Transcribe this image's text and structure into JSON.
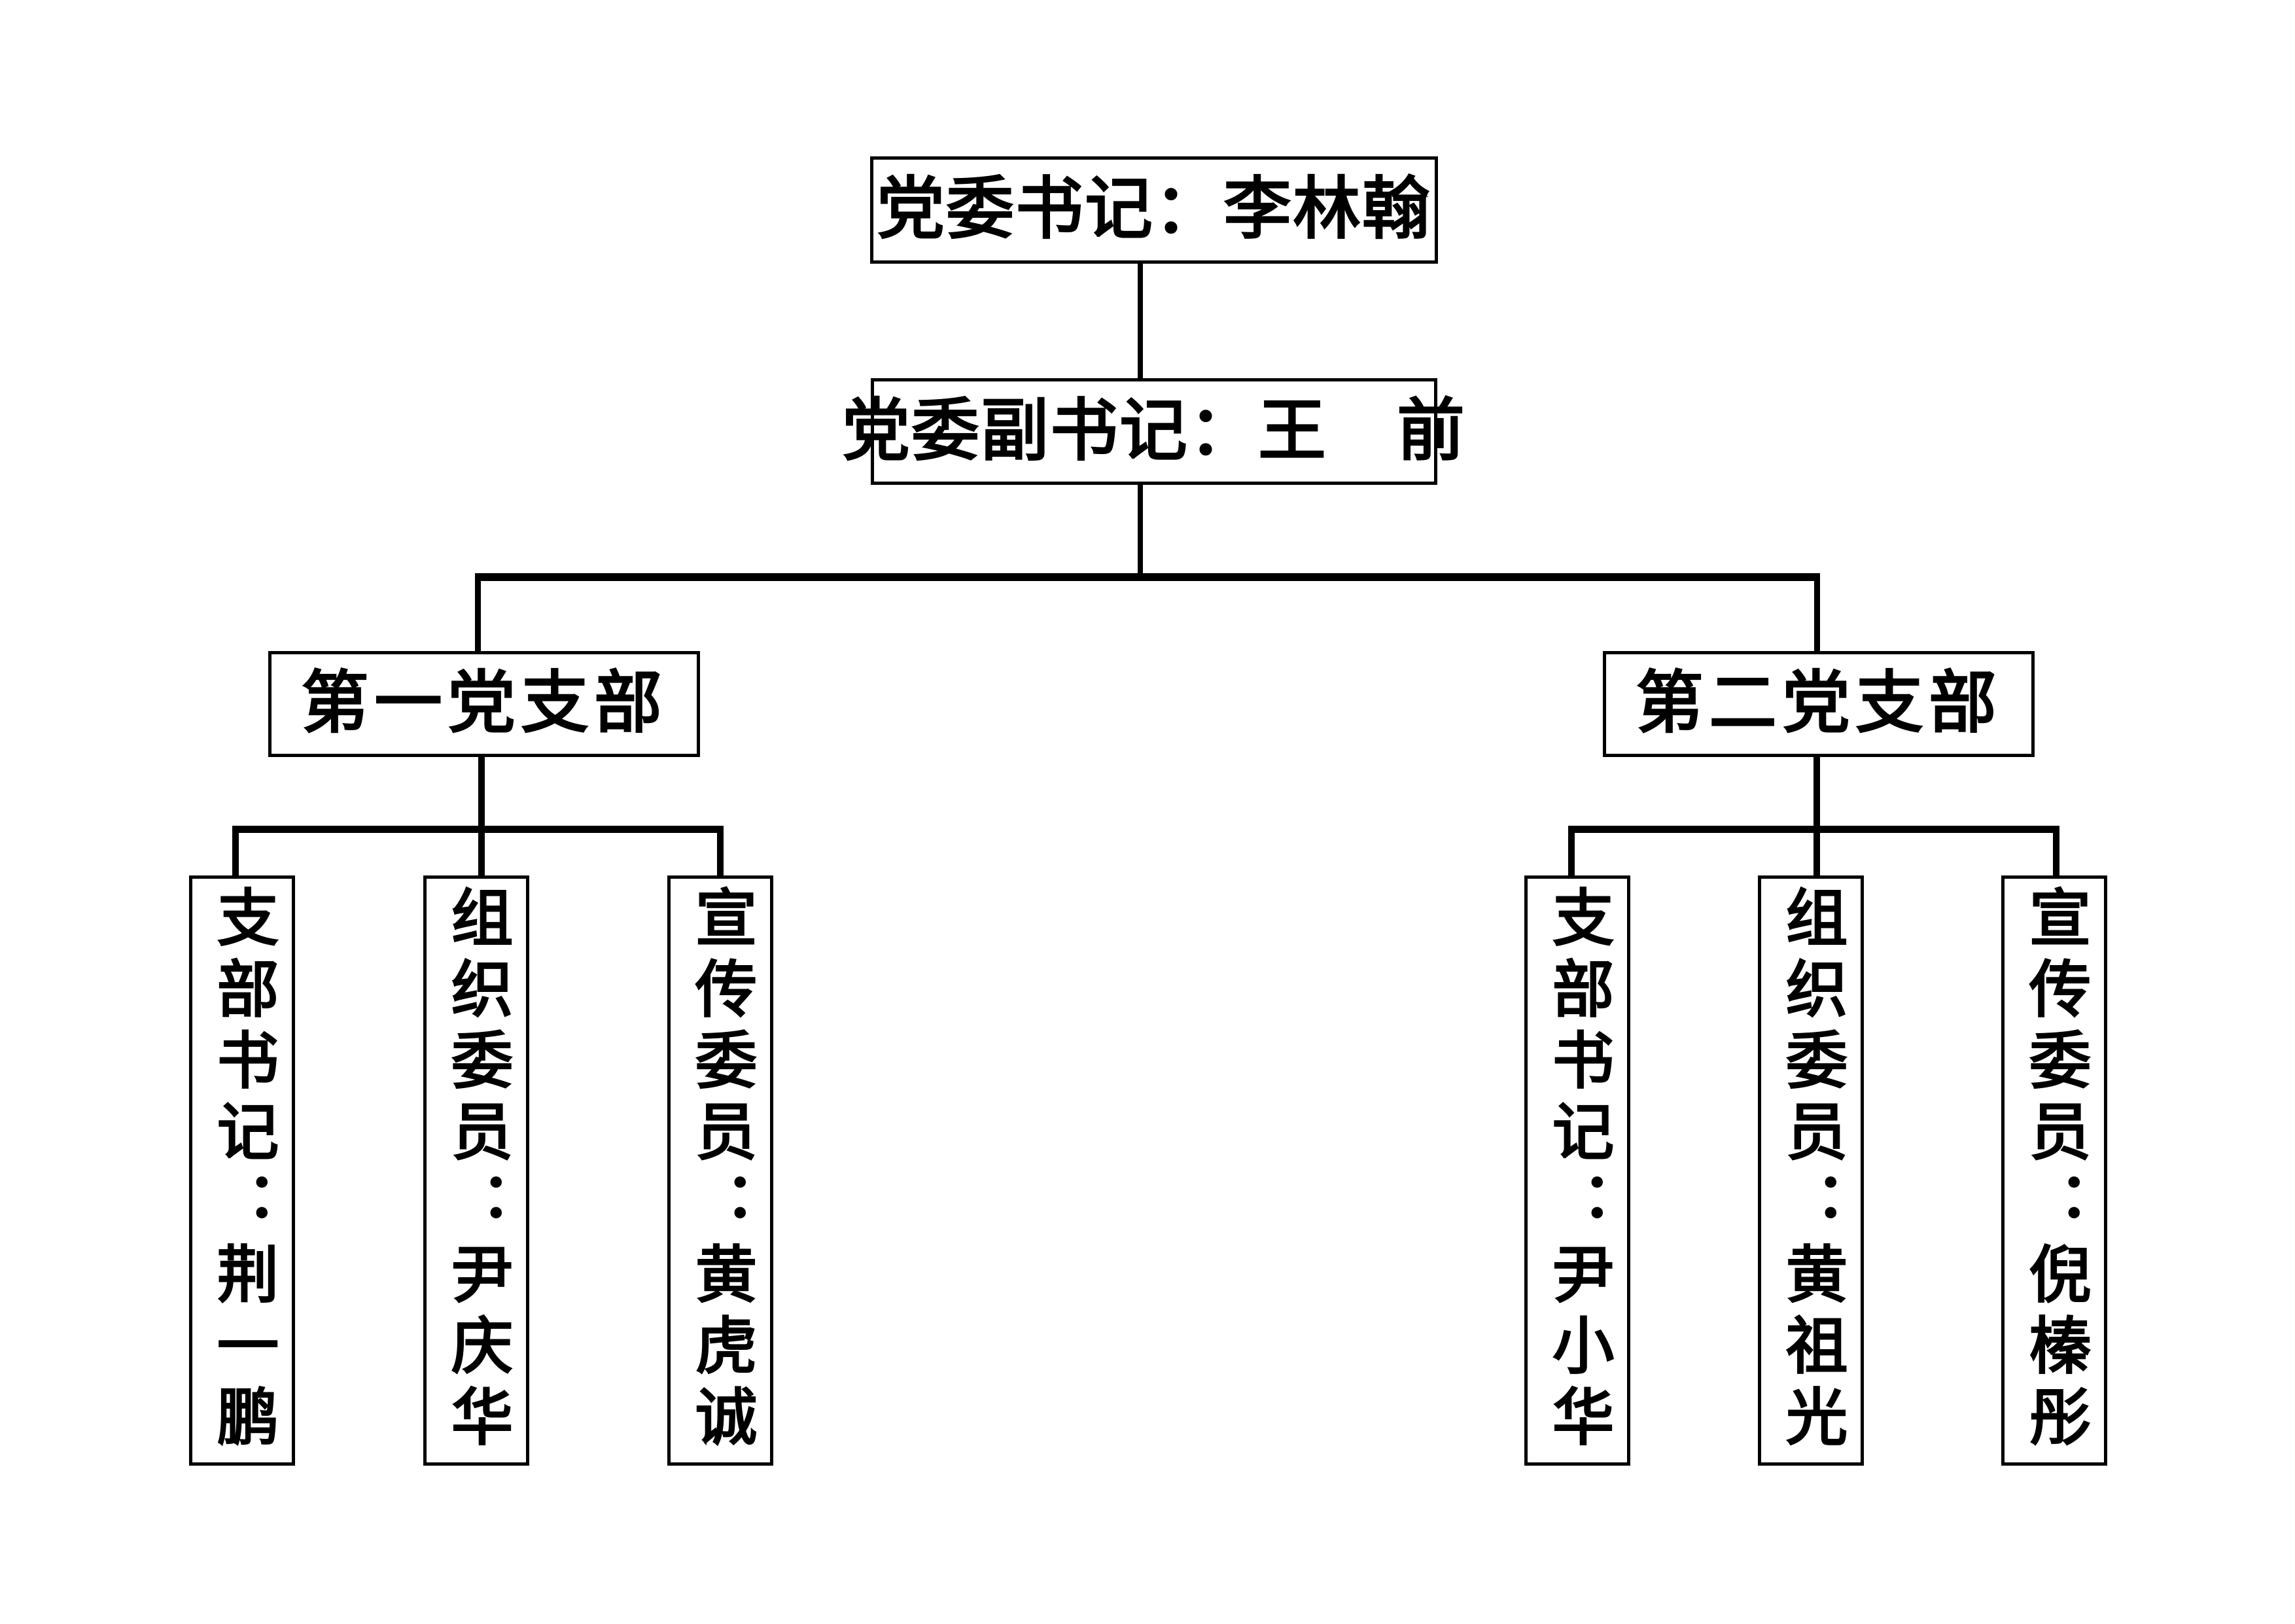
{
  "diagram": {
    "root": {
      "label": "党委书记：李林翰"
    },
    "deputy": {
      "label": "党委副书记：王　前"
    },
    "branches": [
      {
        "label": "第一党支部",
        "members": [
          {
            "label": "支部书记：荆一鹏"
          },
          {
            "label": "组织委员：尹庆华"
          },
          {
            "label": "宣传委员：黄虎诚"
          }
        ]
      },
      {
        "label": "第二党支部",
        "members": [
          {
            "label": "支部书记：尹小华"
          },
          {
            "label": "组织委员：黄祖光"
          },
          {
            "label": "宣传委员：倪榛彤"
          }
        ]
      }
    ]
  },
  "colors": {
    "background": "#ffffff",
    "line": "#000000",
    "text": "#000000"
  }
}
